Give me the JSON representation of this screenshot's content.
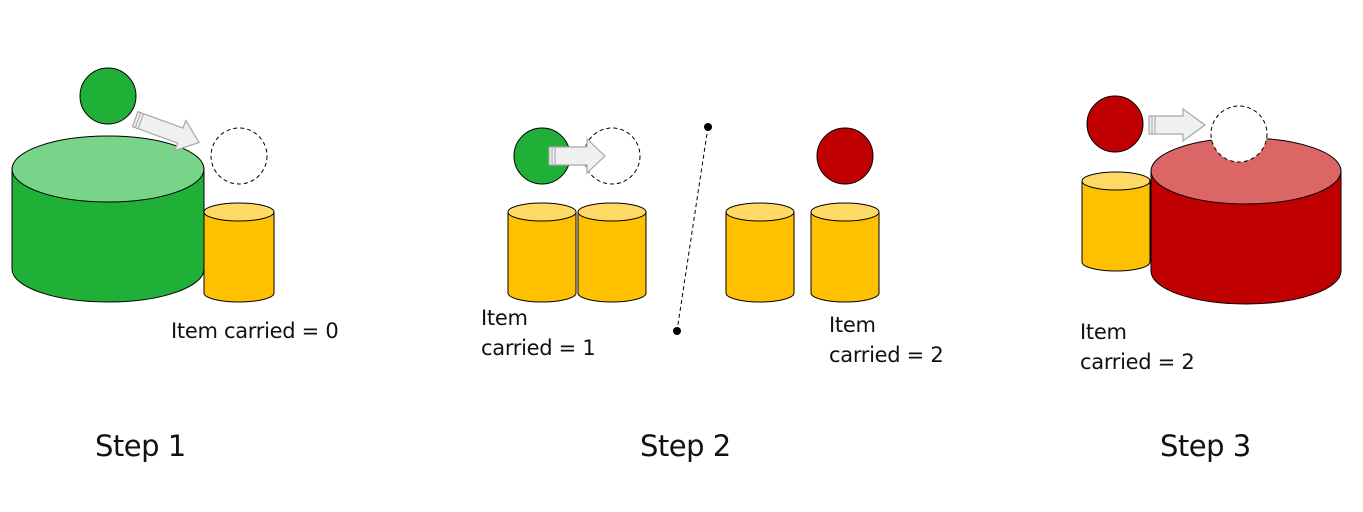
{
  "colors": {
    "green": "#20b038",
    "green_top": "#78d488",
    "red": "#c00000",
    "red_top": "#dc6666",
    "yellow": "#ffc000",
    "yellow_top": "#ffd966",
    "arrow_fill": "#f0f0f0",
    "arrow_stroke": "#a6a6a6"
  },
  "step1": {
    "caption": "Step 1",
    "carried": "Item carried = 0"
  },
  "step2": {
    "caption": "Step 2",
    "left_item": "Item",
    "left_carried": "carried = 1",
    "right_item": "Item",
    "right_carried": "carried = 2"
  },
  "step3": {
    "caption": "Step 3",
    "item": "Item",
    "carried": "carried = 2"
  }
}
